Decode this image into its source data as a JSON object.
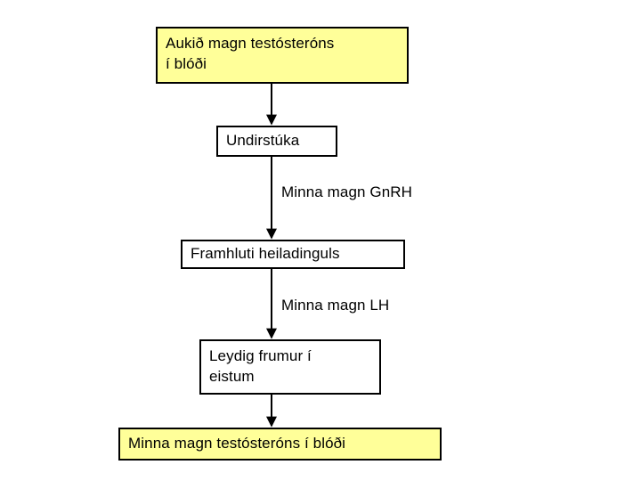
{
  "diagram": {
    "title": "Testosterone negative feedback loop (Icelandic)",
    "colors": {
      "box_fill_highlight": "#ffff99",
      "box_fill_plain": "#ffffff",
      "stroke": "#000000",
      "background": "#ffffff"
    },
    "nodes": [
      {
        "id": "node-0",
        "label": "Aukið magn testósteróns\ní blóði",
        "fill": "#ffff99"
      },
      {
        "id": "node-1",
        "label": "Undirstúka",
        "fill": "#ffffff"
      },
      {
        "id": "node-2",
        "label": "Framhluti heiladinguls",
        "fill": "#ffffff"
      },
      {
        "id": "node-3",
        "label": "Leydig frumur í\neistum",
        "fill": "#ffffff"
      },
      {
        "id": "node-4",
        "label": "Minna magn testósteróns í blóði",
        "fill": "#ffff99"
      }
    ],
    "edges": [
      {
        "from": "node-0",
        "to": "node-1",
        "label": ""
      },
      {
        "from": "node-1",
        "to": "node-2",
        "label": "Minna magn GnRH"
      },
      {
        "from": "node-2",
        "to": "node-3",
        "label": "Minna magn LH"
      },
      {
        "from": "node-3",
        "to": "node-4",
        "label": ""
      }
    ],
    "edge_labels": [
      {
        "id": "edge-label-0",
        "text": "Minna magn GnRH"
      },
      {
        "id": "edge-label-1",
        "text": "Minna magn LH"
      }
    ]
  }
}
